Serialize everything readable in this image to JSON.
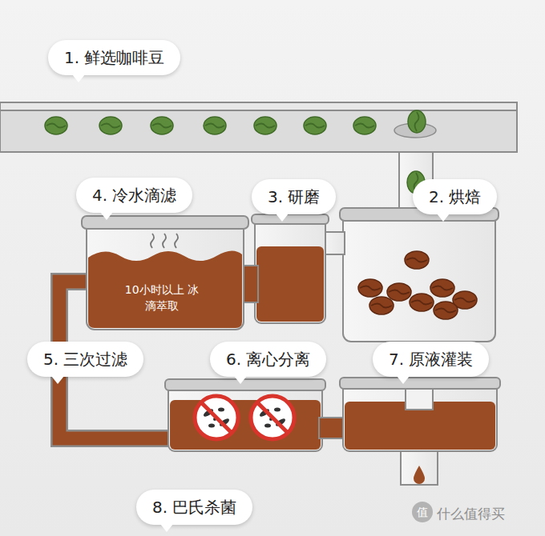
{
  "diagram": {
    "nodes": [
      {
        "text": [
          "1. 鲜选咖啡豆"
        ]
      },
      {
        "text": [
          "2. 烘焙"
        ]
      },
      {
        "text": [
          "3. 研磨"
        ]
      },
      {
        "text": [
          "4. 冷水滴滤"
        ]
      },
      {
        "text": [
          "5. 三次过滤"
        ]
      },
      {
        "text": [
          "6. 离心分离"
        ]
      },
      {
        "text": [
          "7. 原液灌装"
        ]
      },
      {
        "text": [
          "8. 巴氏杀菌"
        ]
      }
    ],
    "labels": [
      "10小时以上 冰滴萃取",
      "值",
      "什么值得买"
    ]
  }
}
